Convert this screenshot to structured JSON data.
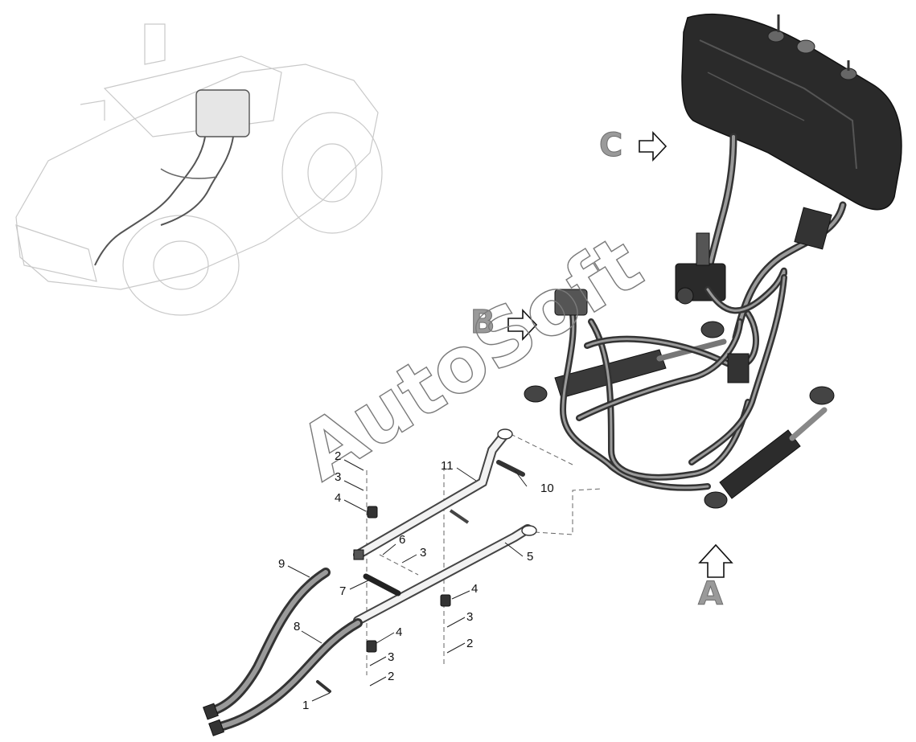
{
  "view_labels": {
    "a": "A",
    "b": "B",
    "c": "C"
  },
  "watermark": "AutoSoft",
  "callouts": [
    {
      "id": "1",
      "text": "1"
    },
    {
      "id": "2a",
      "text": "2"
    },
    {
      "id": "2b",
      "text": "2"
    },
    {
      "id": "2c",
      "text": "2"
    },
    {
      "id": "3a",
      "text": "3"
    },
    {
      "id": "3b",
      "text": "3"
    },
    {
      "id": "3c",
      "text": "3"
    },
    {
      "id": "3d",
      "text": "3"
    },
    {
      "id": "4a",
      "text": "4"
    },
    {
      "id": "4b",
      "text": "4"
    },
    {
      "id": "4c",
      "text": "4"
    },
    {
      "id": "5",
      "text": "5"
    },
    {
      "id": "6",
      "text": "6"
    },
    {
      "id": "7",
      "text": "7"
    },
    {
      "id": "8",
      "text": "8"
    },
    {
      "id": "9",
      "text": "9"
    },
    {
      "id": "10",
      "text": "10"
    },
    {
      "id": "11",
      "text": "11"
    }
  ],
  "colors": {
    "arrow_fill": "#ffffff",
    "label_gray": "#9a9a9a",
    "line": "#333333"
  }
}
